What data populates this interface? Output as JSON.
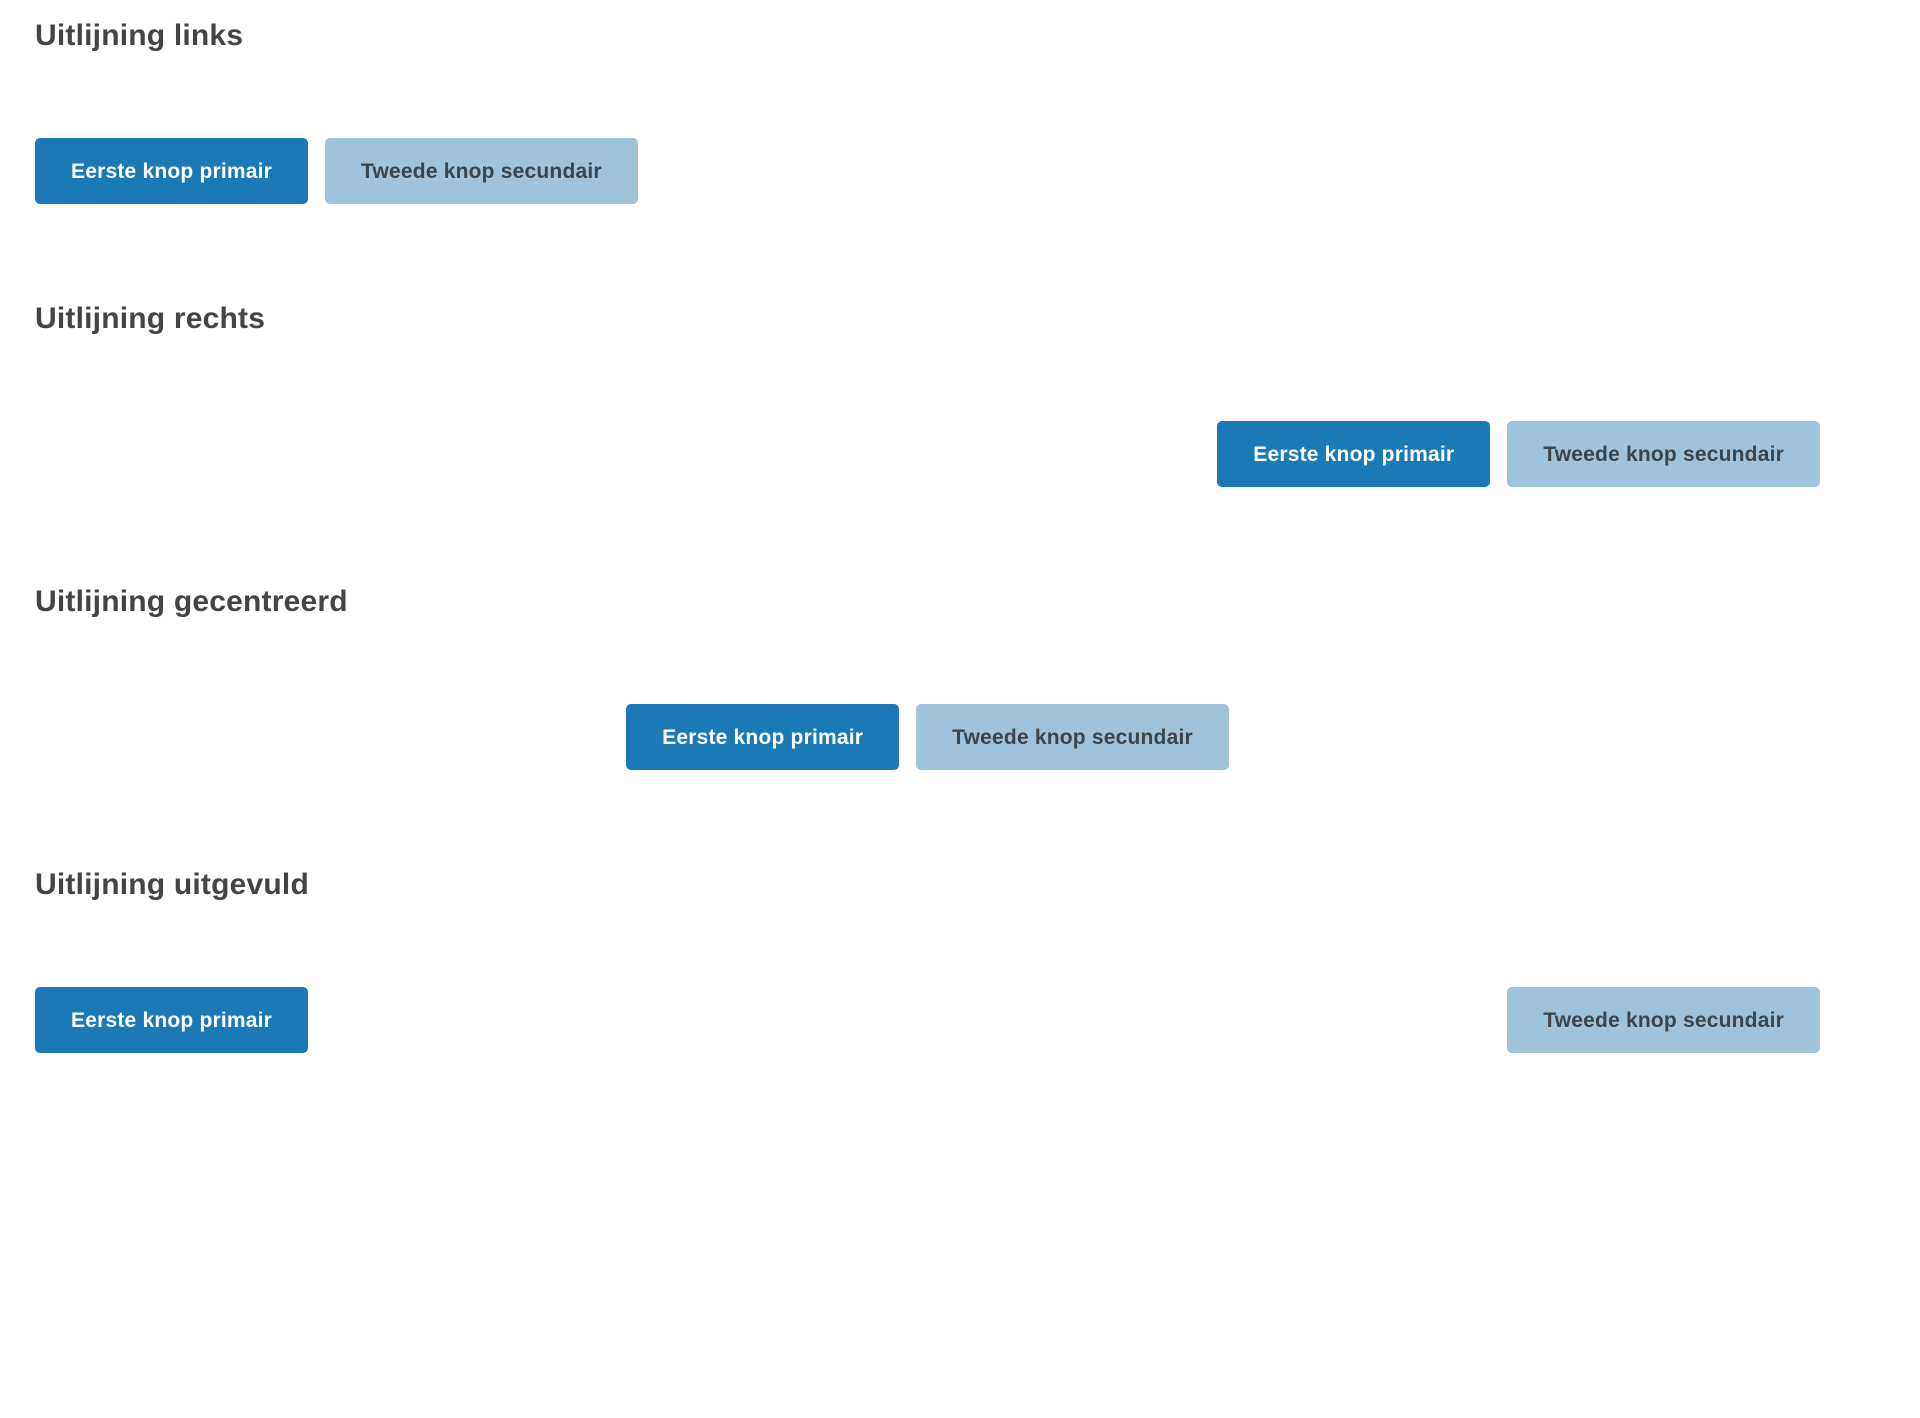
{
  "page": {
    "background_color": "#ffffff",
    "text_color": "#444444"
  },
  "theme": {
    "primary_bg": "#1b79b5",
    "primary_text": "#ffffff",
    "secondary_bg": "#9ec3da",
    "secondary_text": "#3d4548",
    "heading_color": "#444444"
  },
  "buttons": {
    "primary_label": "Eerste knop primair",
    "secondary_label": "Tweede knop secundair"
  },
  "sections": [
    {
      "id": "left",
      "heading": "Uitlijning links",
      "alignment": "links",
      "buttons": [
        {
          "label": "Eerste knop primair",
          "variant": "primair"
        },
        {
          "label": "Tweede knop secundair",
          "variant": "secundair"
        }
      ]
    },
    {
      "id": "right",
      "heading": "Uitlijning rechts",
      "alignment": "rechts",
      "buttons": [
        {
          "label": "Eerste knop primair",
          "variant": "primair"
        },
        {
          "label": "Tweede knop secundair",
          "variant": "secundair"
        }
      ]
    },
    {
      "id": "center",
      "heading": "Uitlijning gecentreerd",
      "alignment": "gecentreerd",
      "buttons": [
        {
          "label": "Eerste knop primair",
          "variant": "primair"
        },
        {
          "label": "Tweede knop secundair",
          "variant": "secundair"
        }
      ]
    },
    {
      "id": "justify",
      "heading": "Uitlijning uitgevuld",
      "alignment": "uitgevuld",
      "buttons": [
        {
          "label": "Eerste knop primair",
          "variant": "primair"
        },
        {
          "label": "Tweede knop secundair",
          "variant": "secundair"
        }
      ]
    }
  ]
}
